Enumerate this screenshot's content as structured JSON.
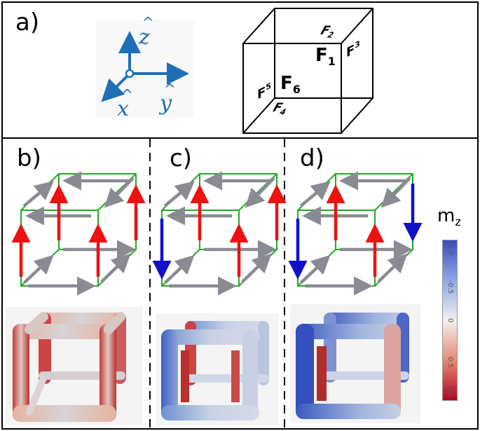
{
  "panels": {
    "a": {
      "label": "a)"
    },
    "b": {
      "label": "b)"
    },
    "c": {
      "label": "c)"
    },
    "d": {
      "label": "d)"
    }
  },
  "axes": {
    "z": "z",
    "x": "x",
    "y": "y",
    "hat": "^"
  },
  "faces": {
    "f1": "F",
    "f1_sub": "1",
    "f2": "F",
    "f2_sub": "2",
    "f3": "F",
    "f3_sub": "3",
    "f4": "F",
    "f4_sub": "4",
    "f5": "F",
    "f5_sub": "5",
    "f6": "F",
    "f6_sub": "6"
  },
  "colorbar": {
    "title": "m",
    "title_sub": "z",
    "ticks": [
      "-1.0",
      "-0.5",
      "0",
      "0.5",
      "1.0"
    ],
    "colors": {
      "low": "#3b4cc0",
      "mid": "#f2f0ef",
      "high": "#b40426"
    }
  },
  "colors": {
    "axis_blue": "#1f6fb8",
    "frame_green": "#22aa22",
    "arrow_gray": "#8a8a93",
    "arrow_red": "#ee1111",
    "arrow_blue": "#1111cc"
  }
}
